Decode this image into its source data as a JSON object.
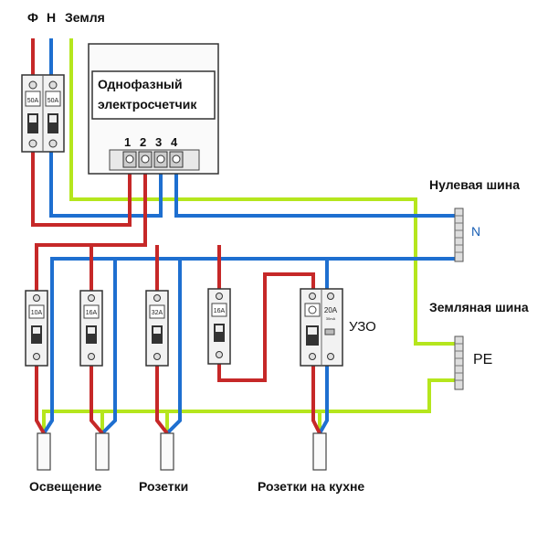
{
  "labels": {
    "phase": "Ф",
    "neutral": "Н",
    "earth": "Земля",
    "meter_line1": "Однофазный",
    "meter_line2": "электросчетчик",
    "t1": "1",
    "t2": "2",
    "t3": "3",
    "t4": "4",
    "neutral_bus": "Нулевая шина",
    "n_mark": "N",
    "earth_bus": "Земляная шина",
    "pe_mark": "PE",
    "rcd": "УЗО",
    "lighting": "Освещение",
    "sockets": "Розетки",
    "kitchen_sockets": "Розетки на кухне"
  },
  "breakers": {
    "main_left": "50A",
    "main_right": "50A",
    "b1": "10A",
    "b2": "16A",
    "b3": "32A",
    "b4": "16A",
    "rcd_rating": "20A",
    "rcd_sub": "30mA"
  },
  "colors": {
    "phase": "#c62828",
    "neutral": "#1e6fd0",
    "earth": "#b5e61d"
  }
}
